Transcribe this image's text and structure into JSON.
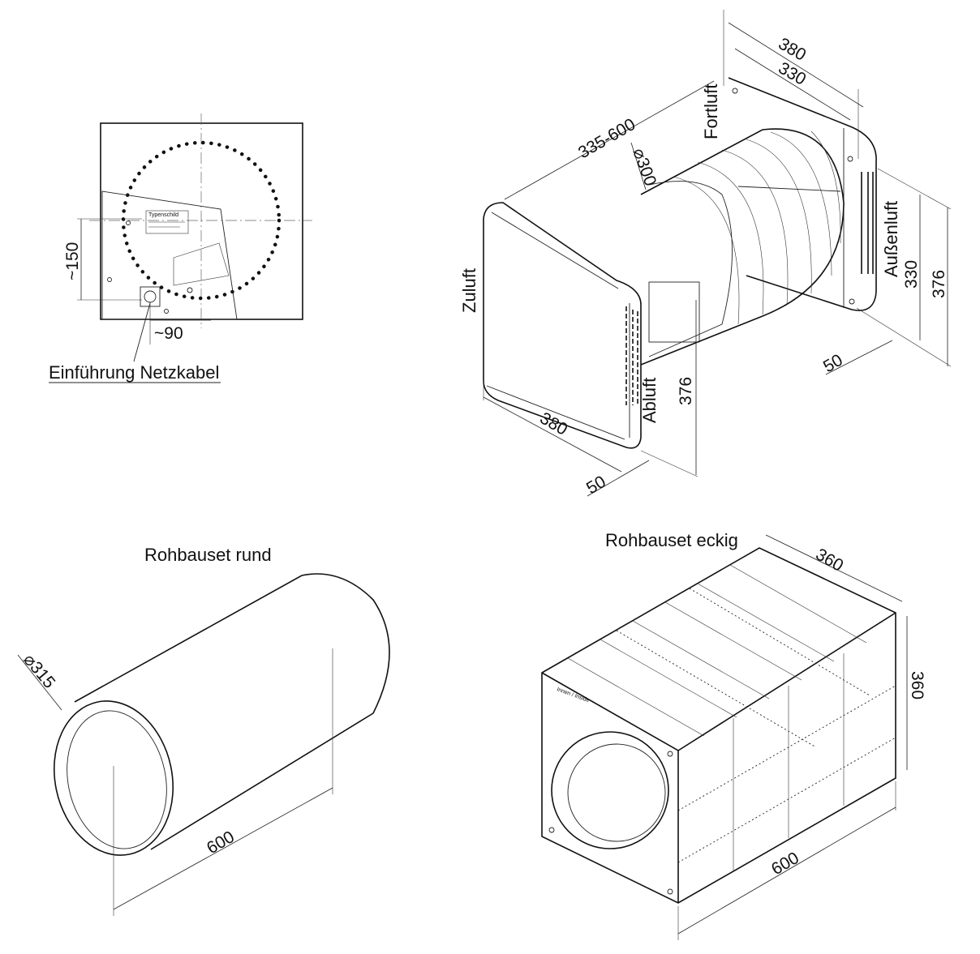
{
  "views": {
    "rear_view": {
      "dim_height": "~150",
      "dim_width": "~90",
      "plate_label": "Typenschild",
      "callout": "Einführung Netzkabel"
    },
    "device_3d": {
      "dim_total_width": "380",
      "dim_width_inner": "330",
      "dim_wall_depth": "335-600",
      "dim_diameter": "⌀300",
      "dim_right_height": "330",
      "dim_right_height_outer": "376",
      "dim_right_depth": "50",
      "dim_front_width": "380",
      "dim_front_height": "376",
      "dim_front_depth": "50",
      "label_supply": "Zuluft",
      "label_exhaust_out": "Fortluft",
      "label_outside_air": "Außenluft",
      "label_extract": "Abluft"
    },
    "round_set": {
      "title": "Rohbauset rund",
      "dim_diameter": "⌀315",
      "dim_length": "600"
    },
    "square_set": {
      "title": "Rohbauset eckig",
      "dim_width": "360",
      "dim_height": "360",
      "dim_length": "600",
      "face_label": "Innen / Inside"
    }
  }
}
